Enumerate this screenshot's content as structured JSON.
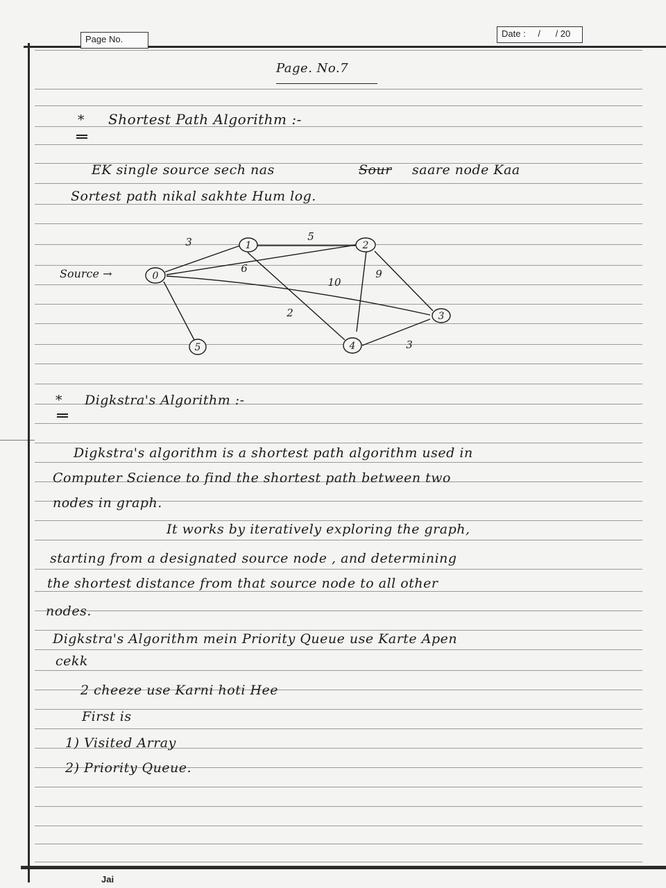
{
  "header": {
    "page_no_label": "Page No.",
    "date_label": "Date :",
    "date_sep": "/",
    "year": "/ 20"
  },
  "page_number": "Page. No.7",
  "heading1": {
    "star": "*",
    "text": "Shortest Path Algorithm :-"
  },
  "intro": {
    "line1_a": "EK single source sech nas",
    "line1_strike": "Sour",
    "line1_b": "saare node Kaa",
    "line2": "Sortest path nikal sakhte Hum log."
  },
  "graph": {
    "source_label": "Source →",
    "nodes": [
      "0",
      "1",
      "2",
      "3",
      "4",
      "5"
    ],
    "edge_weights": [
      "3",
      "5",
      "6",
      "10",
      "9",
      "2",
      "3"
    ]
  },
  "heading2": {
    "star": "*",
    "text": "Digkstra's Algorithm :-"
  },
  "paragraph1": {
    "l1": "Digkstra's algorithm is a shortest path algorithm used in",
    "l2": "Computer Science to find the shortest path between two",
    "l3": "nodes in graph.",
    "l4": "It works by iteratively exploring the graph,",
    "l5": "starting from a designated source node , and determining",
    "l6": "the shortest distance from that source node to all other",
    "l7": "nodes."
  },
  "paragraph2": {
    "l1": "Digkstra's Algorithm mein Priority Queue use Karte Apen",
    "l2": "cekk"
  },
  "paragraph3": {
    "l1": "2 cheeze use Karni hoti Hee",
    "l2": "First is",
    "l3": "1) Visited Array",
    "l4": "2) Priority Queue."
  },
  "footer": {
    "brand": "Jai"
  }
}
